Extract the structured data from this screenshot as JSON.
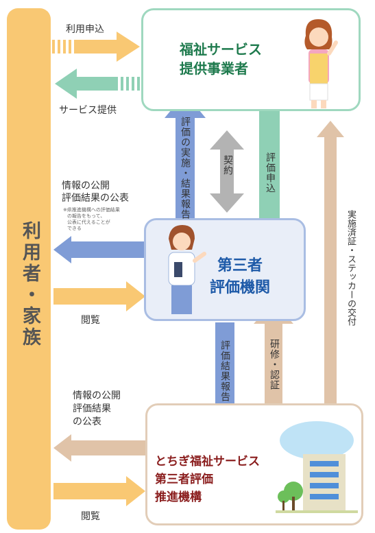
{
  "side_bar_label": "利用者・家族",
  "provider": {
    "line1": "福祉サービス",
    "line2": "提供事業者"
  },
  "evaluator": {
    "line1": "第三者",
    "line2": "評価機関"
  },
  "promoter": {
    "line1": "とちぎ福祉サービス",
    "line2": "第三者評価",
    "line3": "推進機構"
  },
  "arrows": {
    "apply_use": "利用申込",
    "service_provision": "サービス提供",
    "eval_implementation": "評価の実施・結果報告",
    "contract": "契約",
    "eval_application": "評価申込",
    "info_public_1_line1": "情報の公開",
    "info_public_1_line2": "評価結果の公表",
    "note_line1": "※県推進機構への評価結果",
    "note_line2": "の報告をもって、",
    "note_line3": "公表に代えることが",
    "note_line4": "できる",
    "browse_1": "閲覧",
    "eval_result_report": "評価結果報告",
    "training_cert": "研修・認証",
    "sticker_issue": "実施済証・ステッカーの交付",
    "info_public_2_line1": "情報の公開",
    "info_public_2_line2": "評価結果",
    "info_public_2_line3": "の公表",
    "browse_2": "閲覧"
  },
  "colors": {
    "bar": "#f9c873",
    "green": "#8fd0b5",
    "blue": "#7f9cd6",
    "gray": "#b3b3b3",
    "tan": "#e0c3a8",
    "provider_border": "#9fd8bf",
    "evaluator_border": "#a9bde3",
    "promoter_border": "#e2cdb8",
    "promoter_text": "#8a1d1d"
  }
}
